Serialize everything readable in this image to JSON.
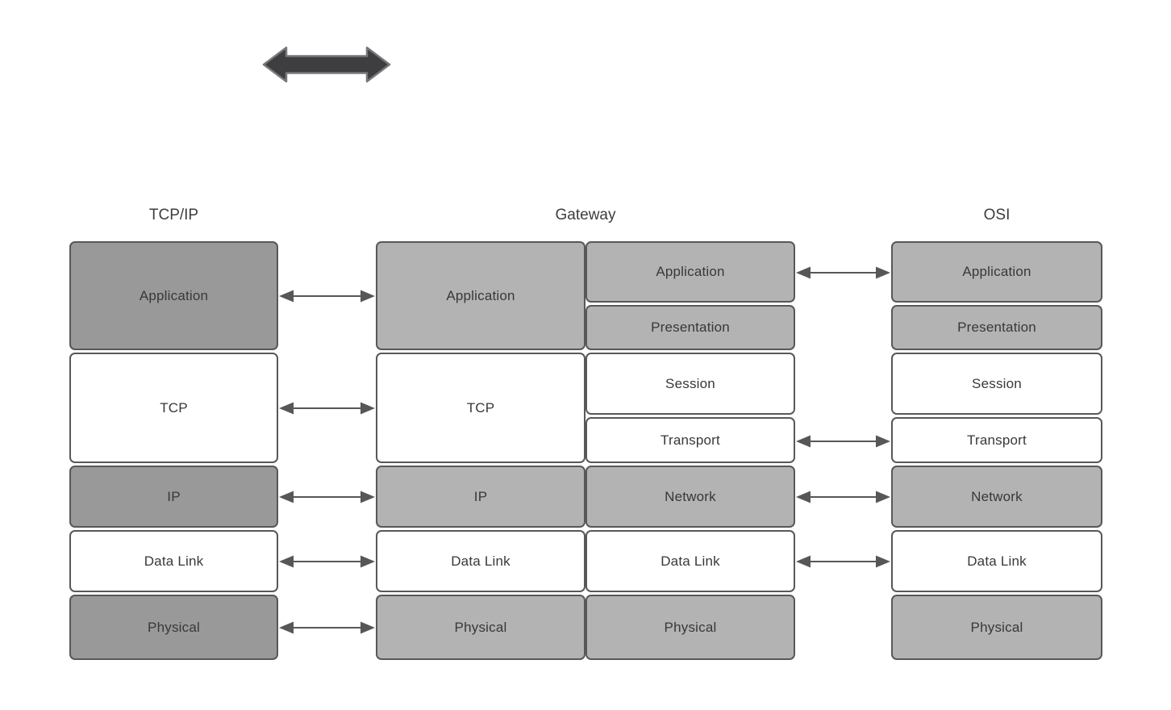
{
  "colors": {
    "background": "#ffffff",
    "box_dark_gray": "#999999",
    "box_light_gray": "#b3b3b3",
    "box_white": "#ffffff",
    "box_border": "#58585a",
    "thin_arrow": "#575757",
    "thick_arrow_fill": "#3e3e40",
    "thick_arrow_outline": "#77787a",
    "text": "#3d3d3d"
  },
  "icons": {
    "two_way_arrow": "two-way-arrow"
  },
  "columns": {
    "tcpip": {
      "header": "TCP/IP",
      "layers": [
        {
          "label": "Application",
          "fill": "dark_gray"
        },
        {
          "label": "TCP",
          "fill": "white"
        },
        {
          "label": "IP",
          "fill": "dark_gray"
        },
        {
          "label": "Data Link",
          "fill": "white"
        },
        {
          "label": "Physical",
          "fill": "dark_gray"
        }
      ]
    },
    "gateway": {
      "header": "Gateway",
      "left_stack": [
        {
          "label": "Application",
          "fill": "light_gray"
        },
        {
          "label": "TCP",
          "fill": "white"
        },
        {
          "label": "IP",
          "fill": "light_gray"
        },
        {
          "label": "Data Link",
          "fill": "white"
        },
        {
          "label": "Physical",
          "fill": "light_gray"
        }
      ],
      "right_stack": [
        {
          "label": "Application",
          "fill": "light_gray"
        },
        {
          "label": "Presentation",
          "fill": "light_gray"
        },
        {
          "label": "Session",
          "fill": "white"
        },
        {
          "label": "Transport",
          "fill": "white"
        },
        {
          "label": "Network",
          "fill": "light_gray"
        },
        {
          "label": "Data Link",
          "fill": "white"
        },
        {
          "label": "Physical",
          "fill": "light_gray"
        }
      ]
    },
    "osi": {
      "header": "OSI",
      "layers": [
        {
          "label": "Application",
          "fill": "light_gray"
        },
        {
          "label": "Presentation",
          "fill": "light_gray"
        },
        {
          "label": "Session",
          "fill": "white"
        },
        {
          "label": "Transport",
          "fill": "white"
        },
        {
          "label": "Network",
          "fill": "light_gray"
        },
        {
          "label": "Data Link",
          "fill": "white"
        },
        {
          "label": "Physical",
          "fill": "light_gray"
        }
      ]
    }
  },
  "connections": {
    "tcpip_to_gateway": [
      "Application",
      "TCP",
      "IP",
      "Data Link",
      "Physical"
    ],
    "gateway_to_osi": [
      "Application",
      "Transport",
      "Network",
      "Data Link"
    ]
  }
}
